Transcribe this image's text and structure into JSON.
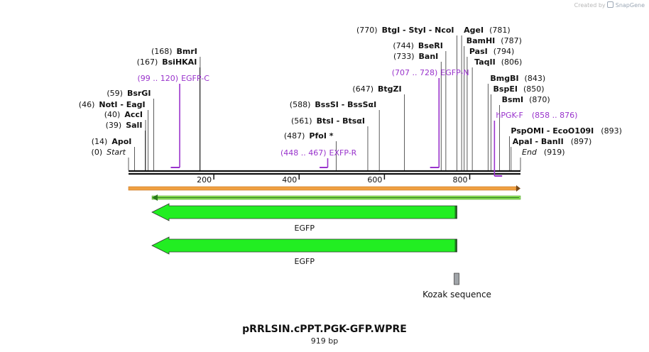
{
  "credit": {
    "prefix": "Created by",
    "brand": "SnapGene",
    "logo_icon": "snapgene-logo-icon"
  },
  "sequence": {
    "name": "pRRLSIN.cPPT.PGK-GFP.WPRE",
    "length_label": "919 bp",
    "length": 919
  },
  "ruler": {
    "ticks": [
      {
        "value": 200,
        "label": "200"
      },
      {
        "value": 400,
        "label": "400"
      },
      {
        "value": 600,
        "label": "600"
      },
      {
        "value": 800,
        "label": "800"
      }
    ]
  },
  "sites": [
    {
      "pos": 0,
      "pos_label": "(0)",
      "name": "Start",
      "italic": true
    },
    {
      "pos": 14,
      "pos_label": "(14)",
      "name": "ApoI"
    },
    {
      "pos": 39,
      "pos_label": "(39)",
      "name": "SalI"
    },
    {
      "pos": 40,
      "pos_label": "(40)",
      "name": "AccI"
    },
    {
      "pos": 46,
      "pos_label": "(46)",
      "name": "NotI  -  EagI"
    },
    {
      "pos": 59,
      "pos_label": "(59)",
      "name": "BsrGI"
    },
    {
      "pos": 167,
      "pos_label": "(167)",
      "name": "BsiHKAI"
    },
    {
      "pos": 168,
      "pos_label": "(168)",
      "name": "BmrI"
    },
    {
      "pos": 487,
      "pos_label": "(487)",
      "name": "PfoI *"
    },
    {
      "pos": 561,
      "pos_label": "(561)",
      "name": "BtsI  -  BtsαI"
    },
    {
      "pos": 588,
      "pos_label": "(588)",
      "name": "BssSI  -  BssSαI"
    },
    {
      "pos": 647,
      "pos_label": "(647)",
      "name": "BtgZI"
    },
    {
      "pos": 733,
      "pos_label": "(733)",
      "name": "BanI"
    },
    {
      "pos": 744,
      "pos_label": "(744)",
      "name": "BseRI"
    },
    {
      "pos": 770,
      "pos_label": "(770)",
      "name": "BtgI  -  StyI  -  NcoI"
    },
    {
      "pos": 781,
      "pos_label": "(781)",
      "name": "AgeI"
    },
    {
      "pos": 787,
      "pos_label": "(787)",
      "name": "BamHI"
    },
    {
      "pos": 794,
      "pos_label": "(794)",
      "name": "PasI"
    },
    {
      "pos": 806,
      "pos_label": "(806)",
      "name": "TaqII"
    },
    {
      "pos": 843,
      "pos_label": "(843)",
      "name": "BmgBI"
    },
    {
      "pos": 850,
      "pos_label": "(850)",
      "name": "BspEI"
    },
    {
      "pos": 870,
      "pos_label": "(870)",
      "name": "BsmI"
    },
    {
      "pos": 893,
      "pos_label": "(893)",
      "name": "PspOMI  -  EcoO109I"
    },
    {
      "pos": 897,
      "pos_label": "(897)",
      "name": "ApaI  -  BanII"
    },
    {
      "pos": 919,
      "pos_label": "(919)",
      "name": "End",
      "italic": true
    }
  ],
  "primers": [
    {
      "name": "EGFP-C",
      "range": "(99 .. 120)",
      "start": 99,
      "end": 120,
      "direction": "reverse"
    },
    {
      "name": "EXFP-R",
      "range": "(448 .. 467)",
      "start": 448,
      "end": 467,
      "direction": "reverse"
    },
    {
      "name": "EGFP-N",
      "range": "(707 .. 728)",
      "start": 707,
      "end": 728,
      "direction": "reverse"
    },
    {
      "name": "hPGK-F",
      "range": "(858 .. 876)",
      "start": 858,
      "end": 876,
      "direction": "forward"
    }
  ],
  "features": [
    {
      "name": "EGFP",
      "start": 55,
      "end": 770,
      "direction": "reverse",
      "color": "#22ee22"
    },
    {
      "name": "EGFP",
      "start": 55,
      "end": 770,
      "direction": "reverse",
      "color": "#22ee22"
    },
    {
      "name": "Kozak sequence",
      "start": 770,
      "end": 780,
      "direction": "none",
      "color": "#a0a4a8"
    }
  ],
  "colors": {
    "primer": "#9933cc",
    "backbone": "#111111",
    "orange_bar": "#f0a040",
    "green_bar": "#88dd55",
    "feature_green": "#22ee22",
    "kozak": "#a0a4a8"
  }
}
